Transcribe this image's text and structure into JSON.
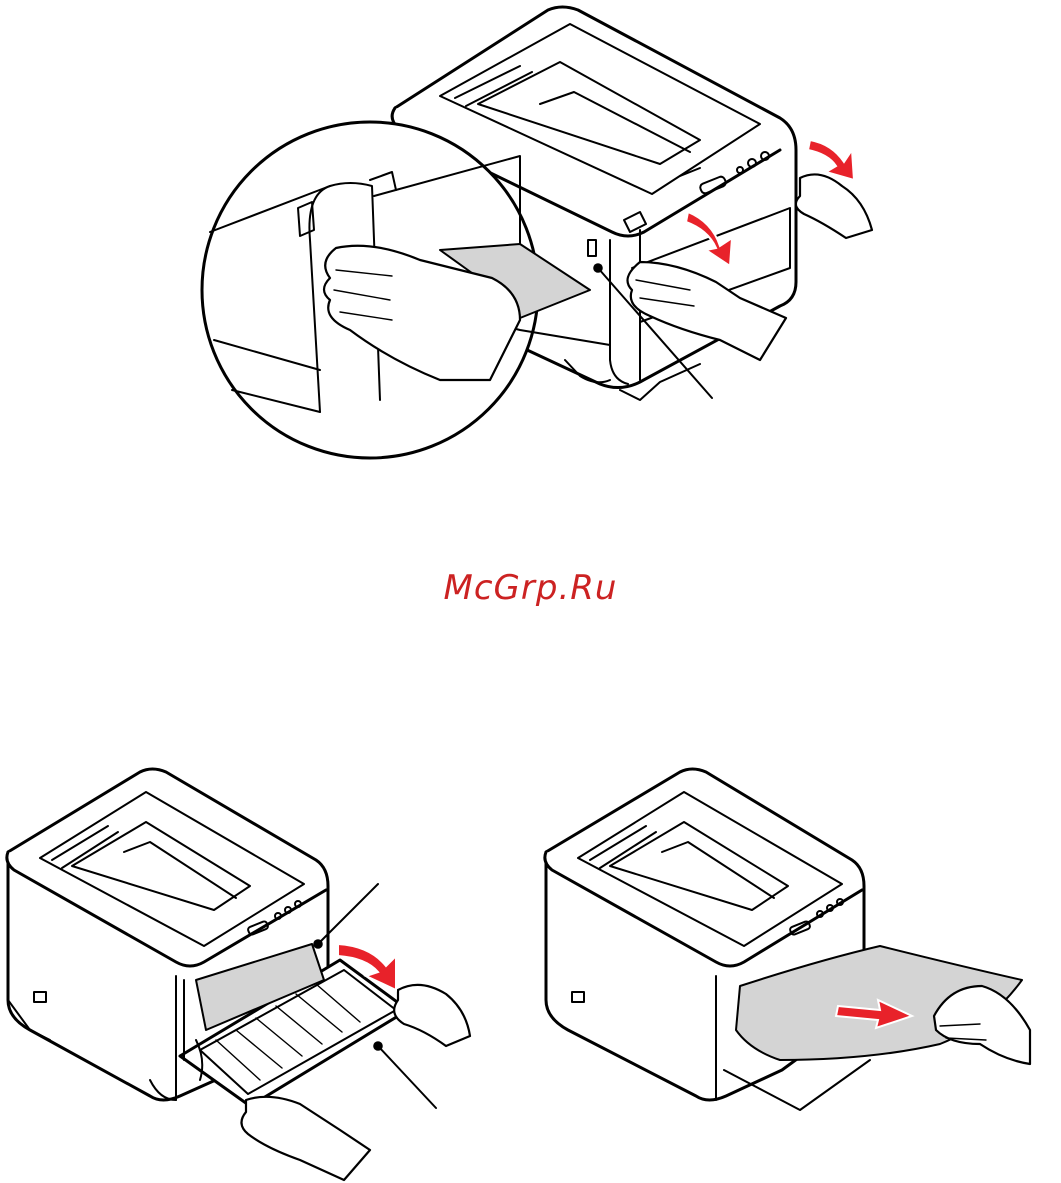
{
  "watermark": {
    "text": "McGrp.Ru",
    "color": "#cc2222"
  },
  "figures": [
    {
      "name": "figure-top",
      "icon": "printer-side-cover-open-illustration"
    },
    {
      "name": "figure-bottom-left",
      "icon": "printer-front-cover-open-illustration"
    },
    {
      "name": "figure-bottom-right",
      "icon": "printer-paper-removal-illustration"
    }
  ],
  "colors": {
    "arrow": "#e8222a",
    "paper": "#d4d4d4",
    "line": "#000000"
  }
}
